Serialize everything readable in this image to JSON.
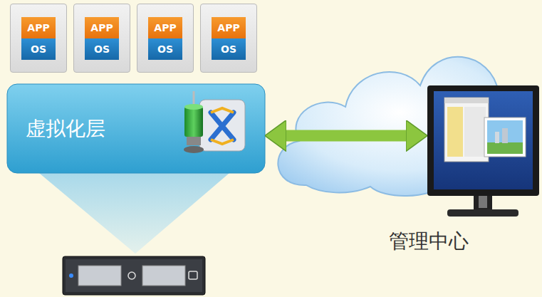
{
  "diagram": {
    "nodes": [
      {
        "text": [
          "APP",
          "OS"
        ]
      },
      {
        "text": [
          "APP",
          "OS"
        ]
      },
      {
        "text": [
          "APP",
          "OS"
        ]
      },
      {
        "text": [
          "APP",
          "OS"
        ]
      },
      {
        "text": [
          "虚拟化层"
        ]
      },
      {
        "text": [
          "管理中心"
        ]
      }
    ],
    "edges": [
      {
        "from": 4,
        "to": 5,
        "arrow": "both"
      }
    ]
  }
}
